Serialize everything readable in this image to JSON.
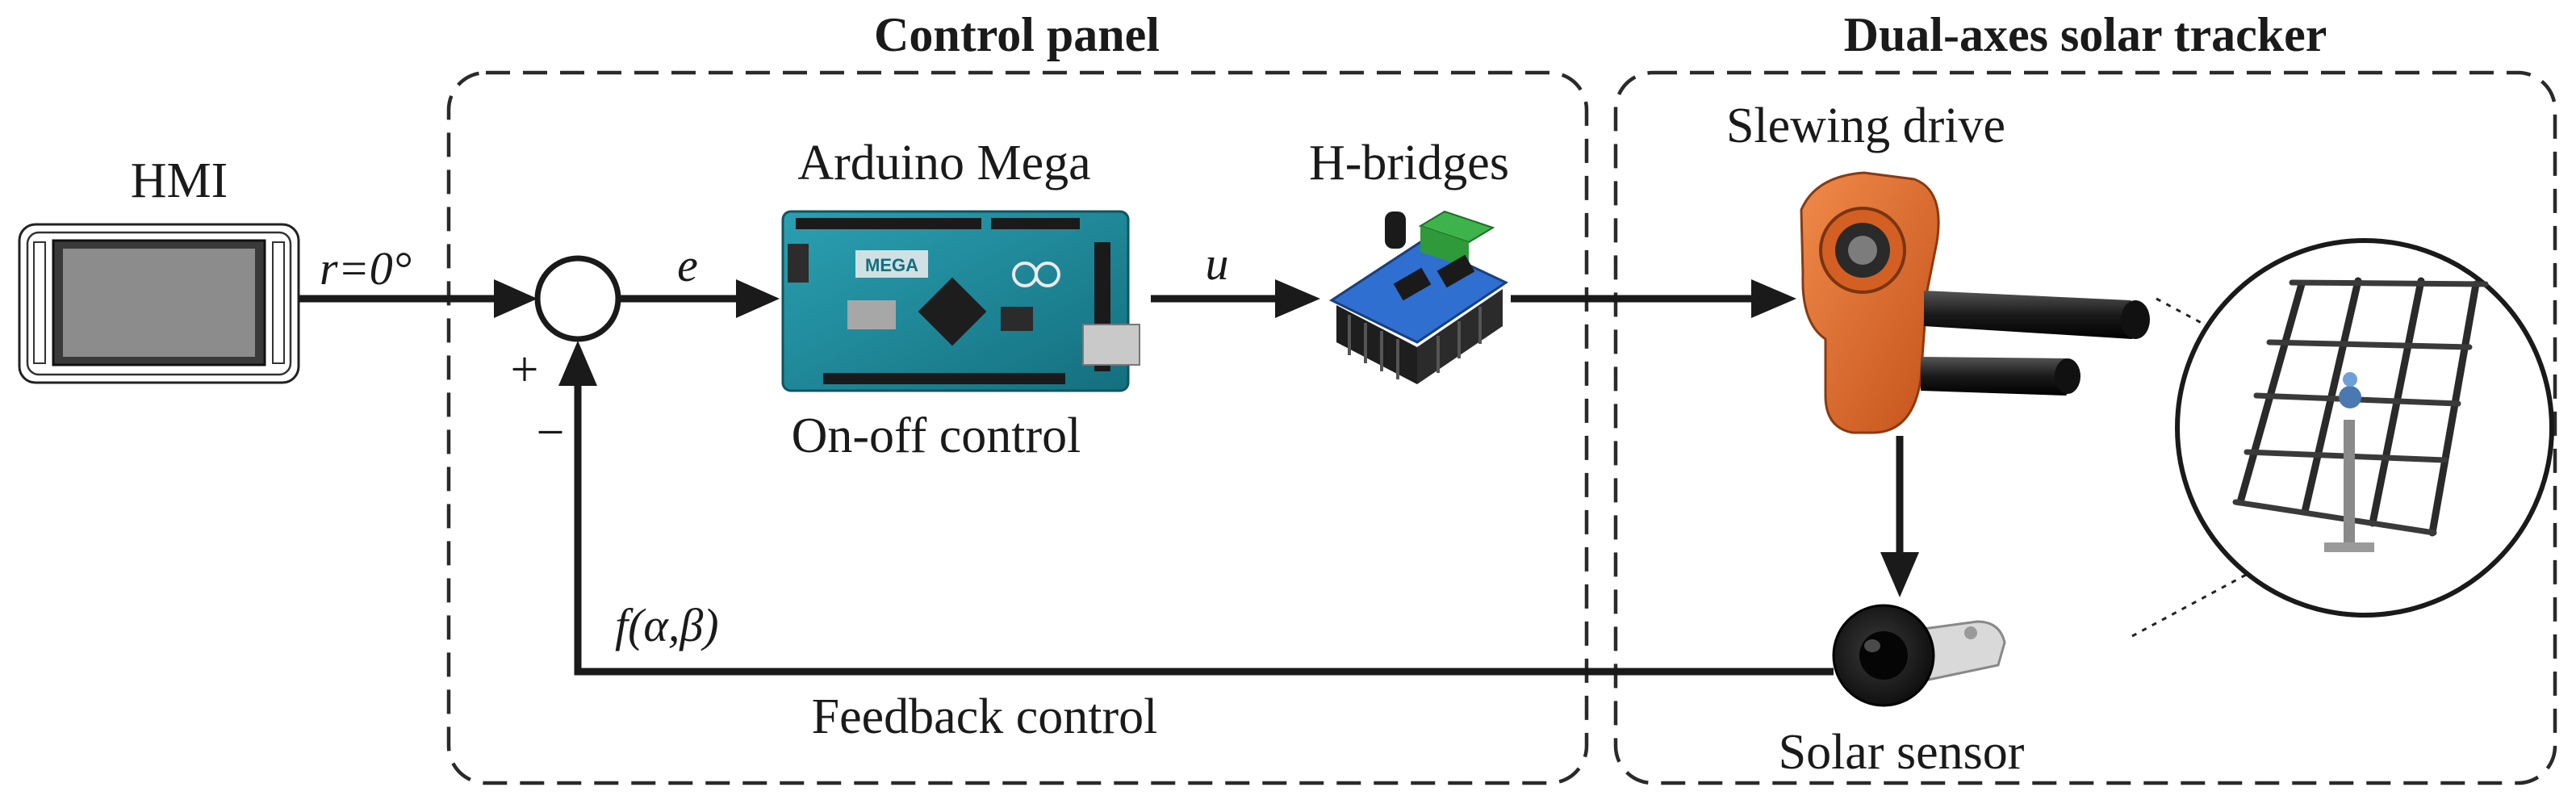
{
  "panels": {
    "control_panel_title": "Control panel",
    "tracker_title": "Dual-axes solar tracker"
  },
  "components": {
    "hmi": "HMI",
    "arduino": "Arduino Mega",
    "controller_type": "On-off control",
    "hbridges": "H-bridges",
    "slewing_drive": "Slewing drive",
    "solar_sensor": "Solar sensor"
  },
  "signals": {
    "reference": "r=0°",
    "error": "e",
    "control": "u",
    "feedback_fn": "f(α,β)",
    "feedback_label": "Feedback control",
    "plus": "+",
    "minus": "−"
  },
  "board_text": {
    "arduino_logo": "MEGA"
  },
  "colors": {
    "arduino_board": "#1d8a9b",
    "hbridge_board": "#2a68c8",
    "terminal_block": "#3fb34b",
    "slewing_drive": "#e06a2a",
    "heatsink": "#1e1e1e"
  }
}
